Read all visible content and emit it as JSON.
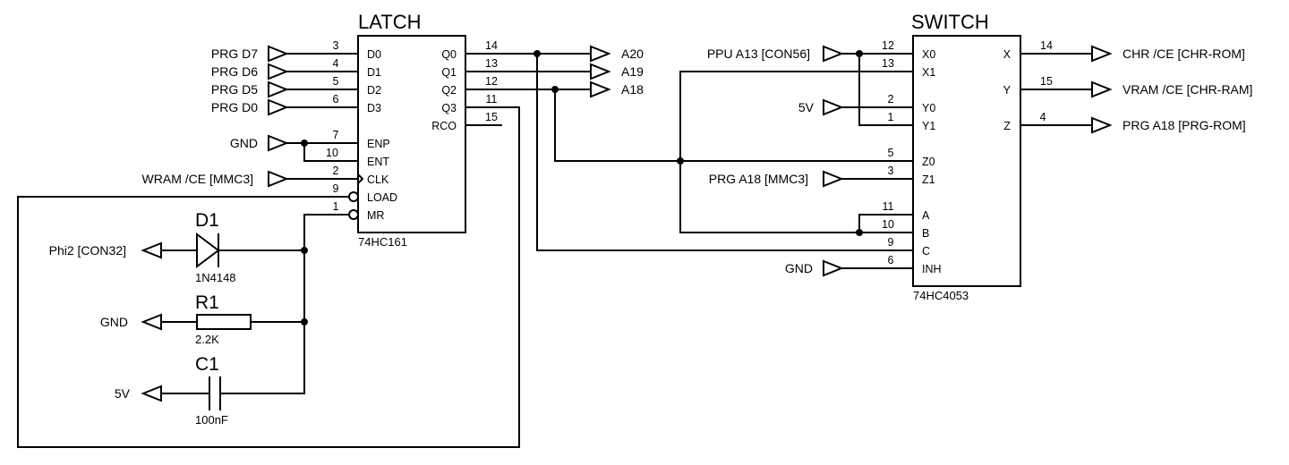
{
  "latch": {
    "title": "LATCH",
    "part": "74HC161",
    "pins_left": [
      "D0",
      "D1",
      "D2",
      "D3",
      "ENP",
      "ENT",
      "CLK",
      "LOAD",
      "MR"
    ],
    "pins_right": [
      "Q0",
      "Q1",
      "Q2",
      "Q3",
      "RCO"
    ],
    "pinnums_left": [
      "3",
      "4",
      "5",
      "6",
      "7",
      "10",
      "2",
      "9",
      "1"
    ],
    "pinnums_right": [
      "14",
      "13",
      "12",
      "11",
      "15"
    ]
  },
  "switch": {
    "title": "SWITCH",
    "part": "74HC4053",
    "pins_left": [
      "X0",
      "X1",
      "Y0",
      "Y1",
      "Z0",
      "Z1",
      "A",
      "B",
      "C",
      "INH"
    ],
    "pins_right": [
      "X",
      "Y",
      "Z"
    ],
    "pinnums_left": [
      "12",
      "13",
      "2",
      "1",
      "5",
      "3",
      "11",
      "10",
      "9",
      "6"
    ],
    "pinnums_right": [
      "14",
      "15",
      "4"
    ]
  },
  "nets": {
    "in": [
      "PRG D7",
      "PRG D6",
      "PRG D5",
      "PRG D0"
    ],
    "gnd_latch": "GND",
    "wram": "WRAM /CE [MMC3]",
    "out_latch": [
      "A20",
      "A19",
      "A18"
    ],
    "ppu": "PPU A13 [CON56]",
    "v5_switch": "5V",
    "prg_mmc3": "PRG A18 [MMC3]",
    "gnd_switch": "GND",
    "out_switch": [
      "CHR /CE [CHR-ROM]",
      "VRAM /CE [CHR-RAM]",
      "PRG A18 [PRG-ROM]"
    ],
    "phi2": "Phi2 [CON32]",
    "gnd_r": "GND",
    "v5_c": "5V"
  },
  "components": {
    "d1_ref": "D1",
    "d1_val": "1N4148",
    "r1_ref": "R1",
    "r1_val": "2.2K",
    "c1_ref": "C1",
    "c1_val": "100nF"
  }
}
